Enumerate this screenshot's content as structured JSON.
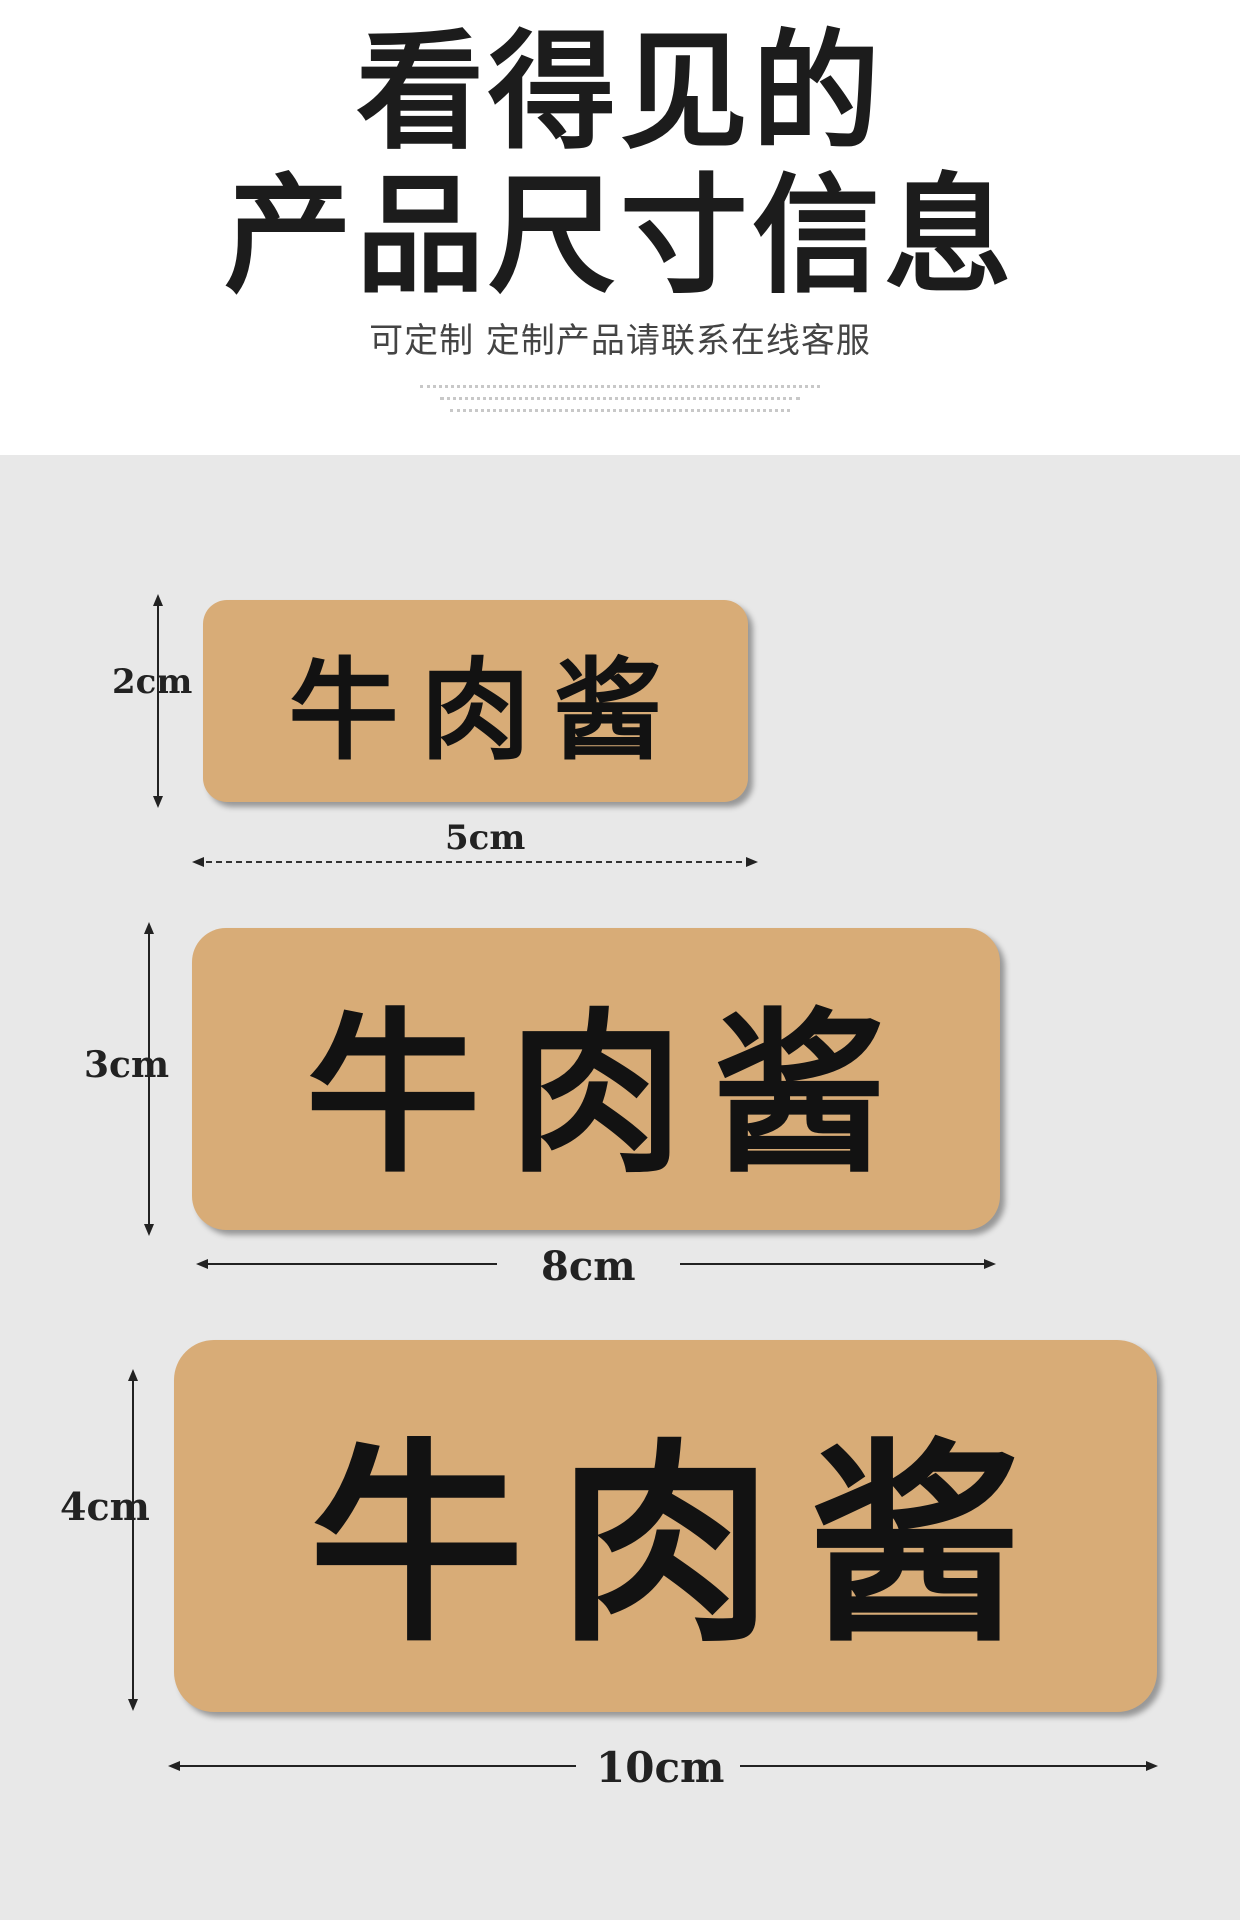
{
  "header": {
    "title_line1": "看得见的",
    "title_line2": "产品尺寸信息",
    "subtitle": "可定制  定制产品请联系在线客服"
  },
  "labels": [
    {
      "text": "牛肉酱",
      "width": "5cm",
      "height": "2cm"
    },
    {
      "text": "牛肉酱",
      "width": "8cm",
      "height": "3cm"
    },
    {
      "text": "牛肉酱",
      "width": "10cm",
      "height": "4cm"
    }
  ],
  "colors": {
    "label_fill": "#d8ac77",
    "label_text": "#121212",
    "background": "#e8e8e8",
    "header_bg": "#ffffff"
  }
}
